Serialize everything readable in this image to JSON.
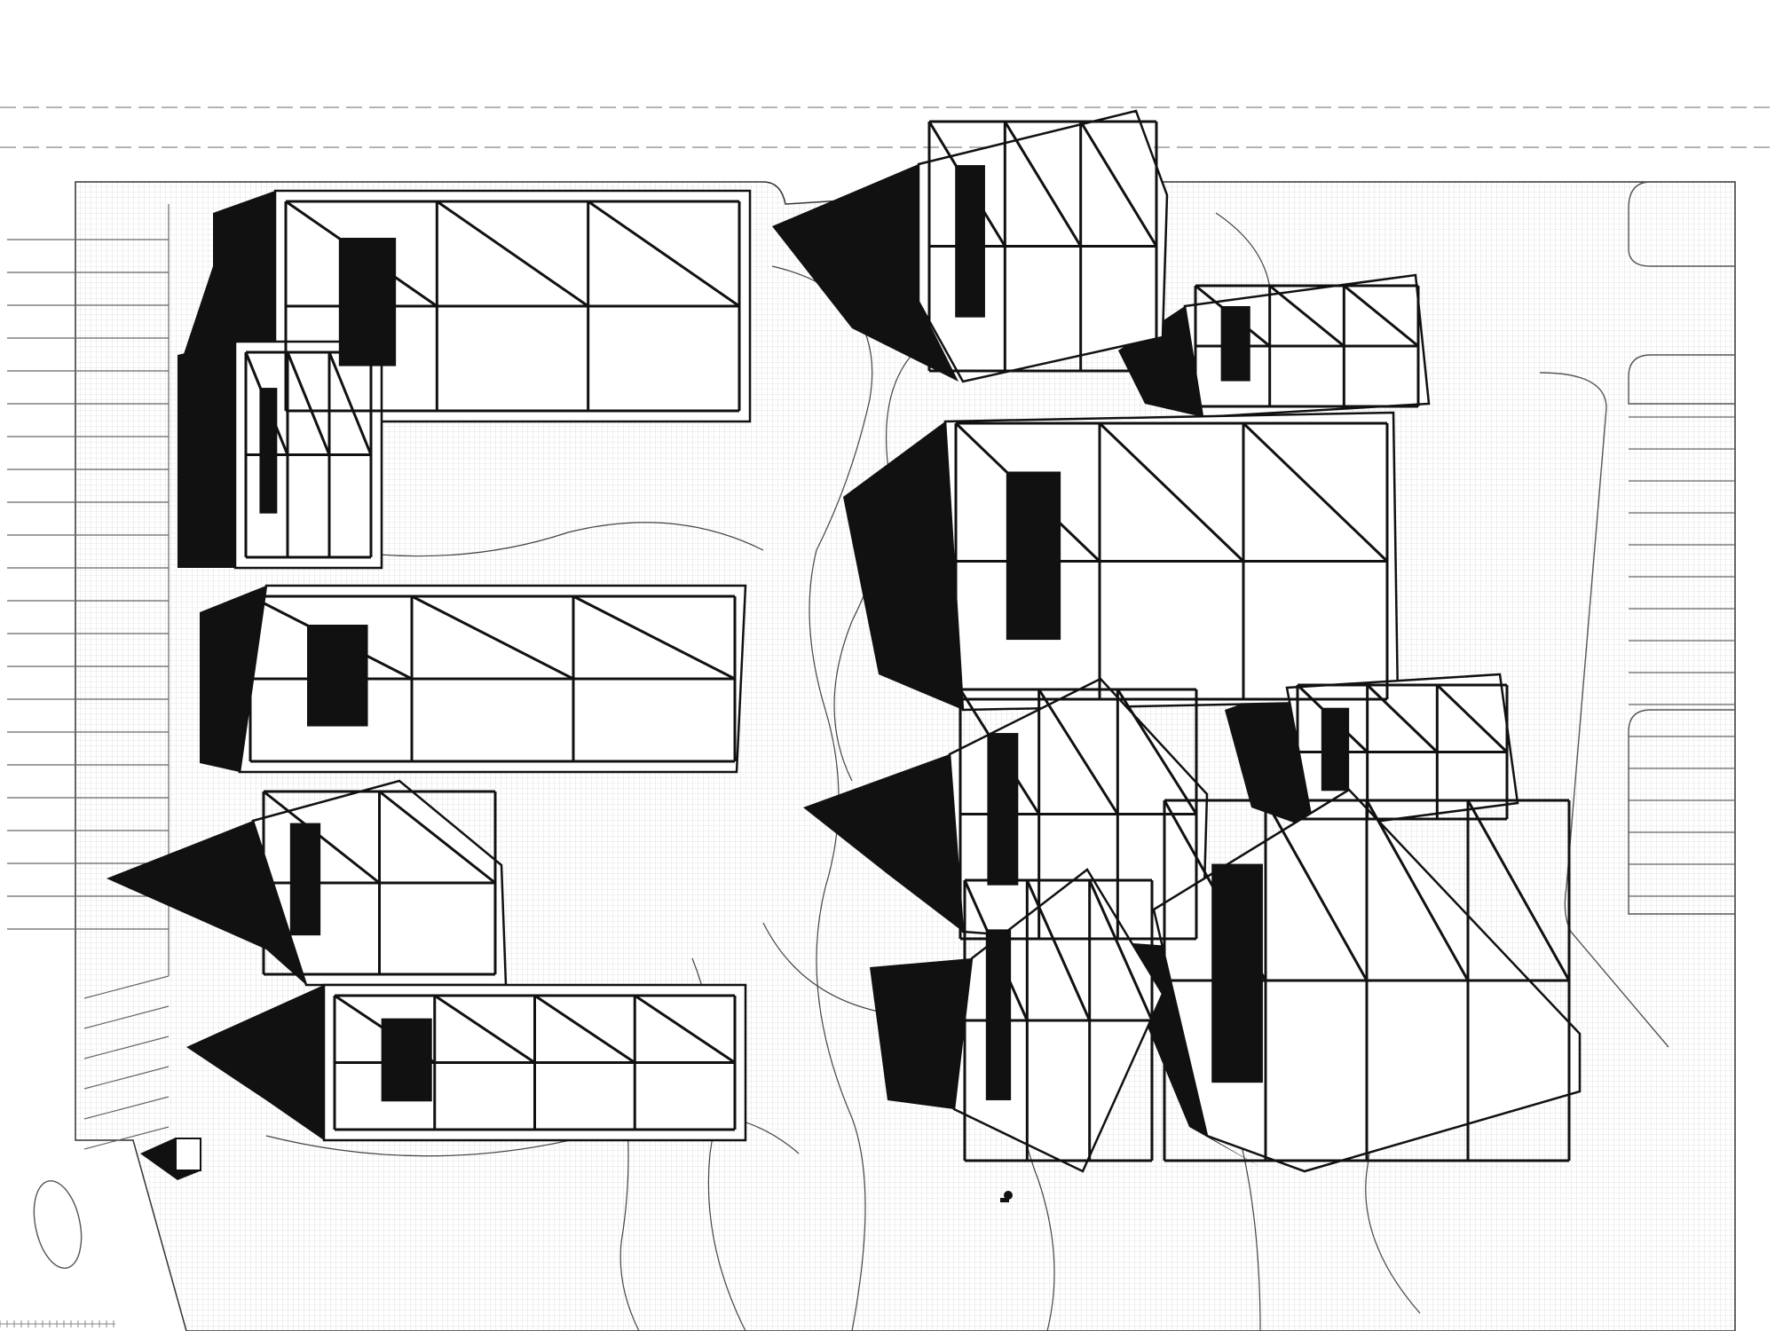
{
  "drawing": {
    "kind": "axonometric site plan",
    "colors": {
      "ink": "#111111",
      "line": "#2b2b2b",
      "hatch": "#c9c9c9",
      "paper": "#ffffff",
      "dash": "#9a9a9a"
    },
    "visible_text": [],
    "buildings": [
      {
        "id": "house-nw-large",
        "frames": 3,
        "shadow": "left"
      },
      {
        "id": "house-nw-small",
        "frames": 3,
        "shadow": "left"
      },
      {
        "id": "house-n-tilted",
        "frames": 3,
        "shadow": "left"
      },
      {
        "id": "house-ne-low",
        "frames": 3,
        "shadow": "left"
      },
      {
        "id": "house-center-grid",
        "frames": 3,
        "shadow": "left"
      },
      {
        "id": "house-west-mid",
        "frames": 3,
        "shadow": "left"
      },
      {
        "id": "house-west-gable",
        "frames": 2,
        "shadow": "left"
      },
      {
        "id": "house-center-gable",
        "frames": 3,
        "shadow": "left"
      },
      {
        "id": "house-east-frame",
        "frames": 3,
        "shadow": "left"
      },
      {
        "id": "house-sw-long",
        "frames": 4,
        "shadow": "left"
      },
      {
        "id": "house-s-gable",
        "frames": 3,
        "shadow": "left"
      },
      {
        "id": "house-se-large",
        "frames": 4,
        "shadow": "left"
      }
    ]
  }
}
